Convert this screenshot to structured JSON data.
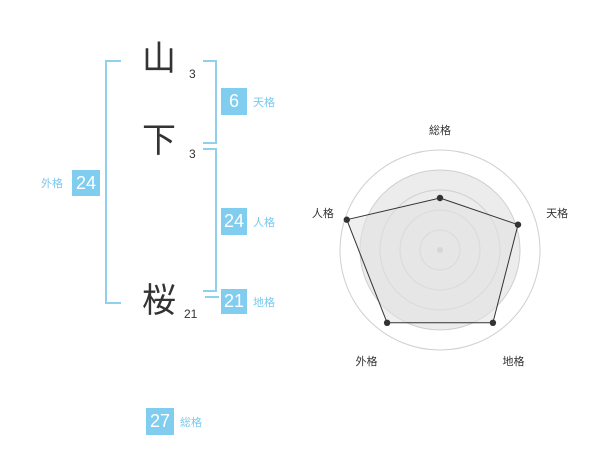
{
  "name": {
    "chars": [
      {
        "char": "山",
        "strokes": "3"
      },
      {
        "char": "下",
        "strokes": "3"
      },
      {
        "char": "桜",
        "strokes": "21"
      }
    ]
  },
  "fortune": {
    "tenkaku": {
      "value": "6",
      "label": "天格"
    },
    "jinkaku": {
      "value": "24",
      "label": "人格"
    },
    "chikaku": {
      "value": "21",
      "label": "地格"
    },
    "gaikaku": {
      "value": "24",
      "label": "外格"
    },
    "soukaku": {
      "value": "27",
      "label": "総格"
    }
  },
  "colors": {
    "accent": "#80cdf0",
    "bracket": "#8fd0ef",
    "text": "#333333"
  },
  "chart_data": {
    "type": "radar",
    "axes": [
      "総格",
      "天格",
      "地格",
      "外格",
      "人格"
    ],
    "values": [
      0.52,
      0.82,
      0.9,
      0.9,
      0.98
    ],
    "rings": 5,
    "grid": true
  }
}
